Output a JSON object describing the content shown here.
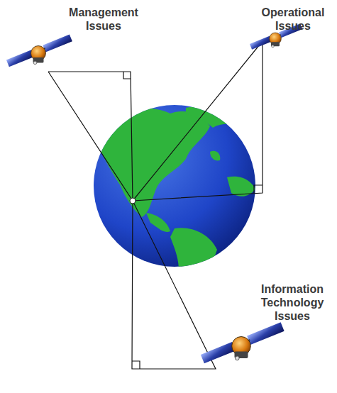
{
  "diagram": {
    "labels": [
      "Management Issues",
      "Operational Issues",
      "Information Technology Issues"
    ]
  }
}
